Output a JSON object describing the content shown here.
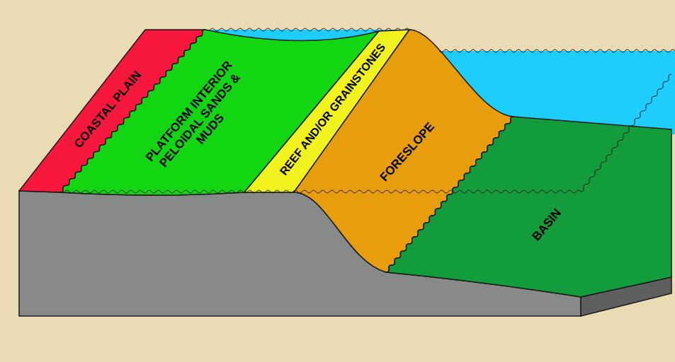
{
  "diagram": {
    "nodes": [
      {
        "text": [
          "COASTAL PLAIN"
        ]
      },
      {
        "text": [
          "PLATFORM INTERIOR PELOIDAL SANDS & MUDS"
        ]
      },
      {
        "text": [
          "REEF AND/OR GRAINSTONES"
        ]
      },
      {
        "text": [
          "FORESLOPE"
        ]
      },
      {
        "text": [
          "BASIN"
        ]
      }
    ]
  }
}
